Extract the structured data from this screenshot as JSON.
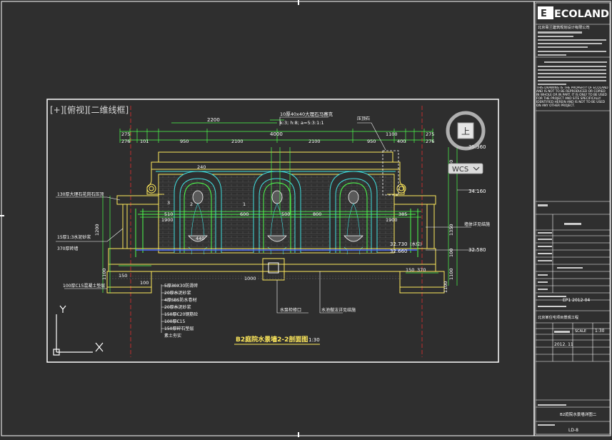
{
  "viewport": {
    "label": "[+][俯视][二维线框]",
    "nav_cube_face": "上",
    "wcs_label": "WCS"
  },
  "ucs": {
    "x_label": "X",
    "y_label": "Y"
  },
  "drawing": {
    "title": "B2庭院水景墙2-2剖面图",
    "scale": "1:30",
    "top_dims": {
      "d2200": "2200",
      "d4000": "4000",
      "d2100a": "2100",
      "d2100b": "2100",
      "d275l": "275",
      "d275r": "275",
      "d276l": "276",
      "d276r": "276",
      "d101": "101",
      "d400": "400",
      "d950": "950",
      "d950b": "950",
      "d1100": "1100"
    },
    "labels": {
      "stone_note": "10厚40x40大理石马赛克",
      "mix_note": "k:3; h:8; a=5:3:1:1",
      "top_right_note": "压顶石",
      "left_note1": "130厚大理石花岗石压顶",
      "left_note2": "15厚1:3水泥砂浆",
      "left_note3": "370厚砖墙",
      "wall_note": "墙体详见结施",
      "bottom_left_note": "100厚C15混凝土垫层",
      "bottom_note1": "水泵检修口",
      "bottom_note2": "水池做法详见结施"
    },
    "layer_notes": [
      "5厚30X30防滑砖",
      "20厚水泥砂浆",
      "4厚SBS防水卷材",
      "20厚水泥砂浆",
      "150厚C20钢筋砼",
      "100厚C15",
      "150厚碎石垫层",
      "素土夯实"
    ],
    "elevations": {
      "top": "35.360",
      "mid": "34.160",
      "water1": "32.730",
      "water2": "32.660",
      "water1_note": "(水位)",
      "base": "32.580"
    },
    "vertical_dims": [
      "1200",
      "1100",
      "1350",
      "100",
      "240",
      "1100"
    ],
    "bottom_dims": [
      "1000",
      "100",
      "150",
      "370",
      "150",
      "1100"
    ],
    "misc_dims": {
      "m240": "240",
      "m3": "3",
      "m2": "2",
      "m1": "1",
      "m510": "510",
      "m600": "600",
      "m800": "800",
      "m385": "385",
      "m1900": "1900",
      "m440": "440",
      "m500": "500"
    }
  },
  "title_block": {
    "logo": "ECOLAND",
    "company_cn": "北京易兰建筑规划设计有限公司",
    "disclaimer": "THIS DRAWING IS THE PROPERTY OF ECOLAND AND IS NOT TO BE REPRODUCED OR COPIED IN WHOLE OR IN PART. IT IS ONLY TO BE USED FOR THE PROJECT AND SITE SPECIFICALLY IDENTIFIED HEREIN AND IS NOT TO BE USED ON ANY OTHER PROJECT.",
    "drawing_no": "EP1 2012-04",
    "project_name": "北京某住宅项目景观工程",
    "scale_label": "SCALE",
    "scale_value": "1:30",
    "date_value": "2012. 11",
    "sheet_title": "B2庭院水景墙详图二",
    "sheet_no": "LD-8"
  }
}
